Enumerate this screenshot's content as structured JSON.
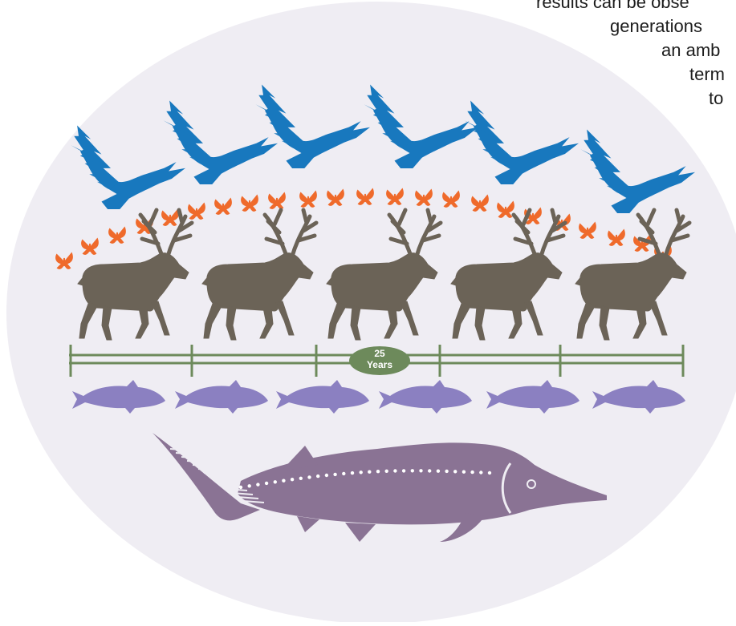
{
  "caption": {
    "lines": [
      "results can be obse",
      "generations",
      "an amb",
      "term",
      "to"
    ]
  },
  "timeline": {
    "label_number": "25",
    "label_unit": "Years"
  },
  "colors": {
    "background_oval": "#efedf3",
    "eagle": "#1878be",
    "butterfly": "#ef6a2b",
    "elk": "#6b6357",
    "timeline": "#6d8a5b",
    "salmon": "#8b80c1",
    "sturgeon": "#8a7394",
    "sturgeon_dots": "#ffffff"
  },
  "icons": {
    "eagle": "eagle-icon",
    "butterfly": "butterfly-icon",
    "elk": "elk-icon",
    "salmon": "salmon-icon",
    "sturgeon": "sturgeon-icon"
  }
}
